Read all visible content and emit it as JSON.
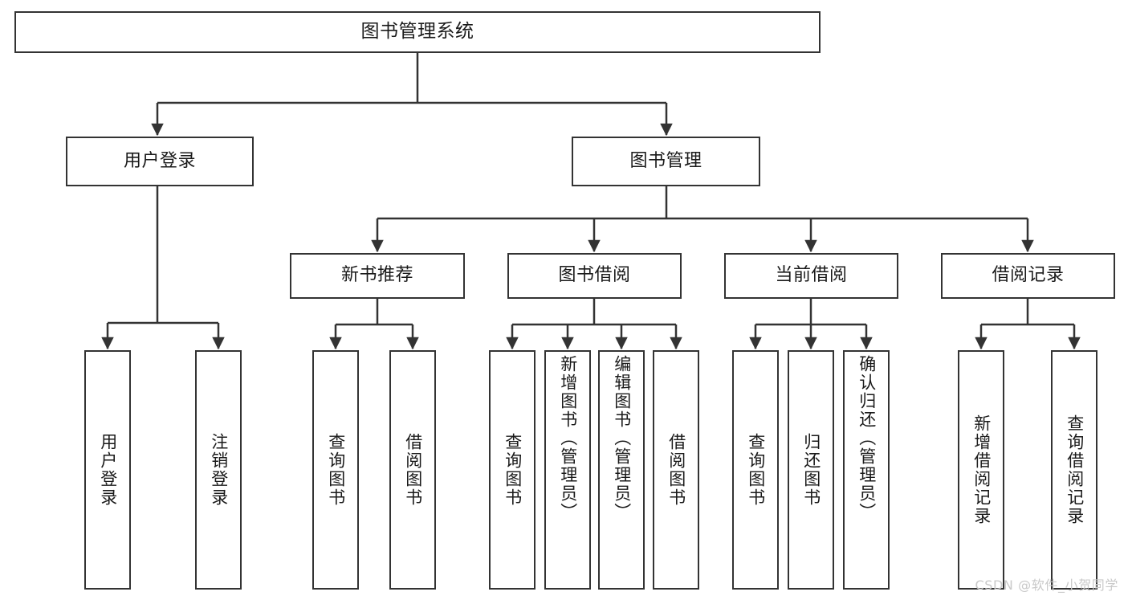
{
  "diagram": {
    "title": "图书管理系统",
    "type": "function-structure-tree",
    "stroke_color": "#333333",
    "fill_color": "#ffffff",
    "text_color": "#1a1a1a"
  },
  "nodes": {
    "root": {
      "label": "图书管理系统"
    },
    "level2": [
      {
        "id": "user-login",
        "label": "用户登录"
      },
      {
        "id": "book-manage",
        "label": "图书管理"
      }
    ],
    "level3": [
      {
        "id": "new-book-rec",
        "label": "新书推荐"
      },
      {
        "id": "book-borrow",
        "label": "图书借阅"
      },
      {
        "id": "current-borrow",
        "label": "当前借阅"
      },
      {
        "id": "borrow-record",
        "label": "借阅记录"
      }
    ],
    "leaves": {
      "user-login": [
        {
          "id": "leaf-user-login",
          "label": "用户登录"
        },
        {
          "id": "leaf-logout-login",
          "label": "注销登录"
        }
      ],
      "new-book-rec": [
        {
          "id": "leaf-query-book-1",
          "label": "查询图书"
        },
        {
          "id": "leaf-borrow-book-1",
          "label": "借阅图书"
        }
      ],
      "book-borrow": [
        {
          "id": "leaf-query-book-2",
          "label": "查询图书"
        },
        {
          "id": "leaf-add-book",
          "label": "新增图书（管理员）"
        },
        {
          "id": "leaf-edit-book",
          "label": "编辑图书（管理员）"
        },
        {
          "id": "leaf-borrow-book-2",
          "label": "借阅图书"
        }
      ],
      "current-borrow": [
        {
          "id": "leaf-query-book-3",
          "label": "查询图书"
        },
        {
          "id": "leaf-return-book",
          "label": "归还图书"
        },
        {
          "id": "leaf-confirm-return",
          "label": "确认归还（管理员）"
        }
      ],
      "borrow-record": [
        {
          "id": "leaf-add-record",
          "label": "新增借阅记录"
        },
        {
          "id": "leaf-query-record",
          "label": "查询借阅记录"
        }
      ]
    }
  },
  "watermark": {
    "text": "CSDN @软件_小贺同学"
  }
}
